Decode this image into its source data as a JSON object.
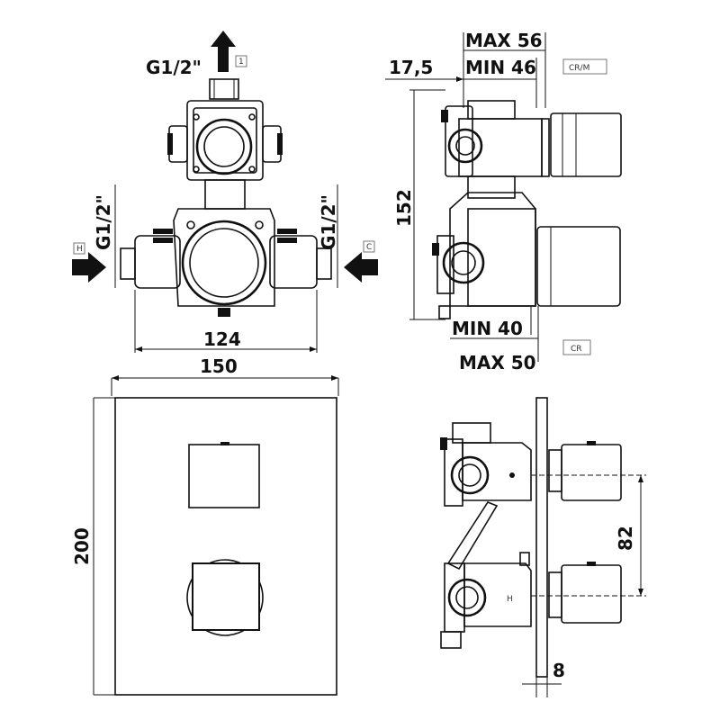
{
  "drawing": {
    "dimensions": {
      "top_port_thread": "G1/2\"",
      "left_port_thread": "G1/2\"",
      "right_port_thread": "G1/2\"",
      "body_width": "124",
      "plate_width": "150",
      "plate_height": "200",
      "side_depth": "17,5",
      "max_depth_top": "MAX 56",
      "min_depth_top": "MIN 46",
      "height_side": "152",
      "min_depth_bottom": "MIN 40",
      "max_depth_bottom": "MAX 50",
      "handle_spacing": "82",
      "plate_thickness": "8"
    },
    "tags": {
      "outlet_number": "1",
      "hot_inlet": "H",
      "cold_inlet": "C",
      "variant_top": "CR/M",
      "variant_bottom": "CR",
      "h_marker": "H"
    },
    "icons": [
      "arrow-up-icon",
      "arrow-right-icon",
      "arrow-left-icon"
    ]
  }
}
